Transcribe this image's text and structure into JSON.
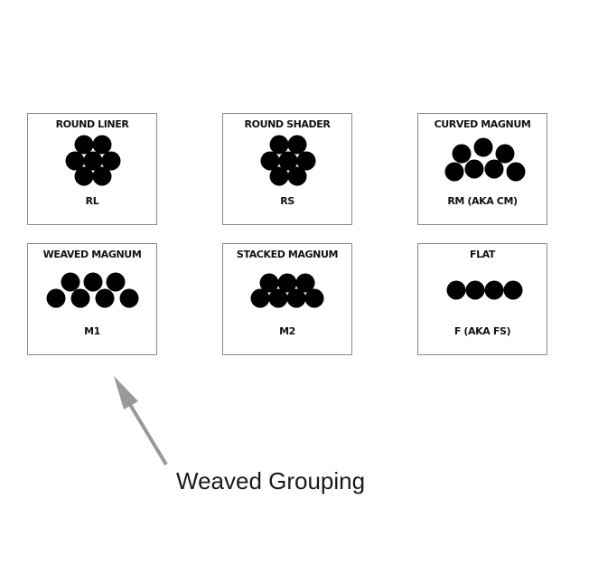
{
  "cards": [
    {
      "title": "ROUND LINER",
      "code": "RL",
      "config": "round-7"
    },
    {
      "title": "ROUND SHADER",
      "code": "RS",
      "config": "round-7"
    },
    {
      "title": "CURVED MAGNUM",
      "code": "RM (AKA CM)",
      "config": "curved"
    },
    {
      "title": "WEAVED MAGNUM",
      "code": "M1",
      "config": "weaved"
    },
    {
      "title": "STACKED MAGNUM",
      "code": "M2",
      "config": "stacked"
    },
    {
      "title": "FLAT",
      "code": "F (AKA FS)",
      "config": "flat"
    }
  ],
  "annotation": {
    "caption": "Weaved Grouping",
    "arrow_color": "#999999"
  },
  "colors": {
    "needle": "#000000",
    "border": "#8a8a8a"
  }
}
